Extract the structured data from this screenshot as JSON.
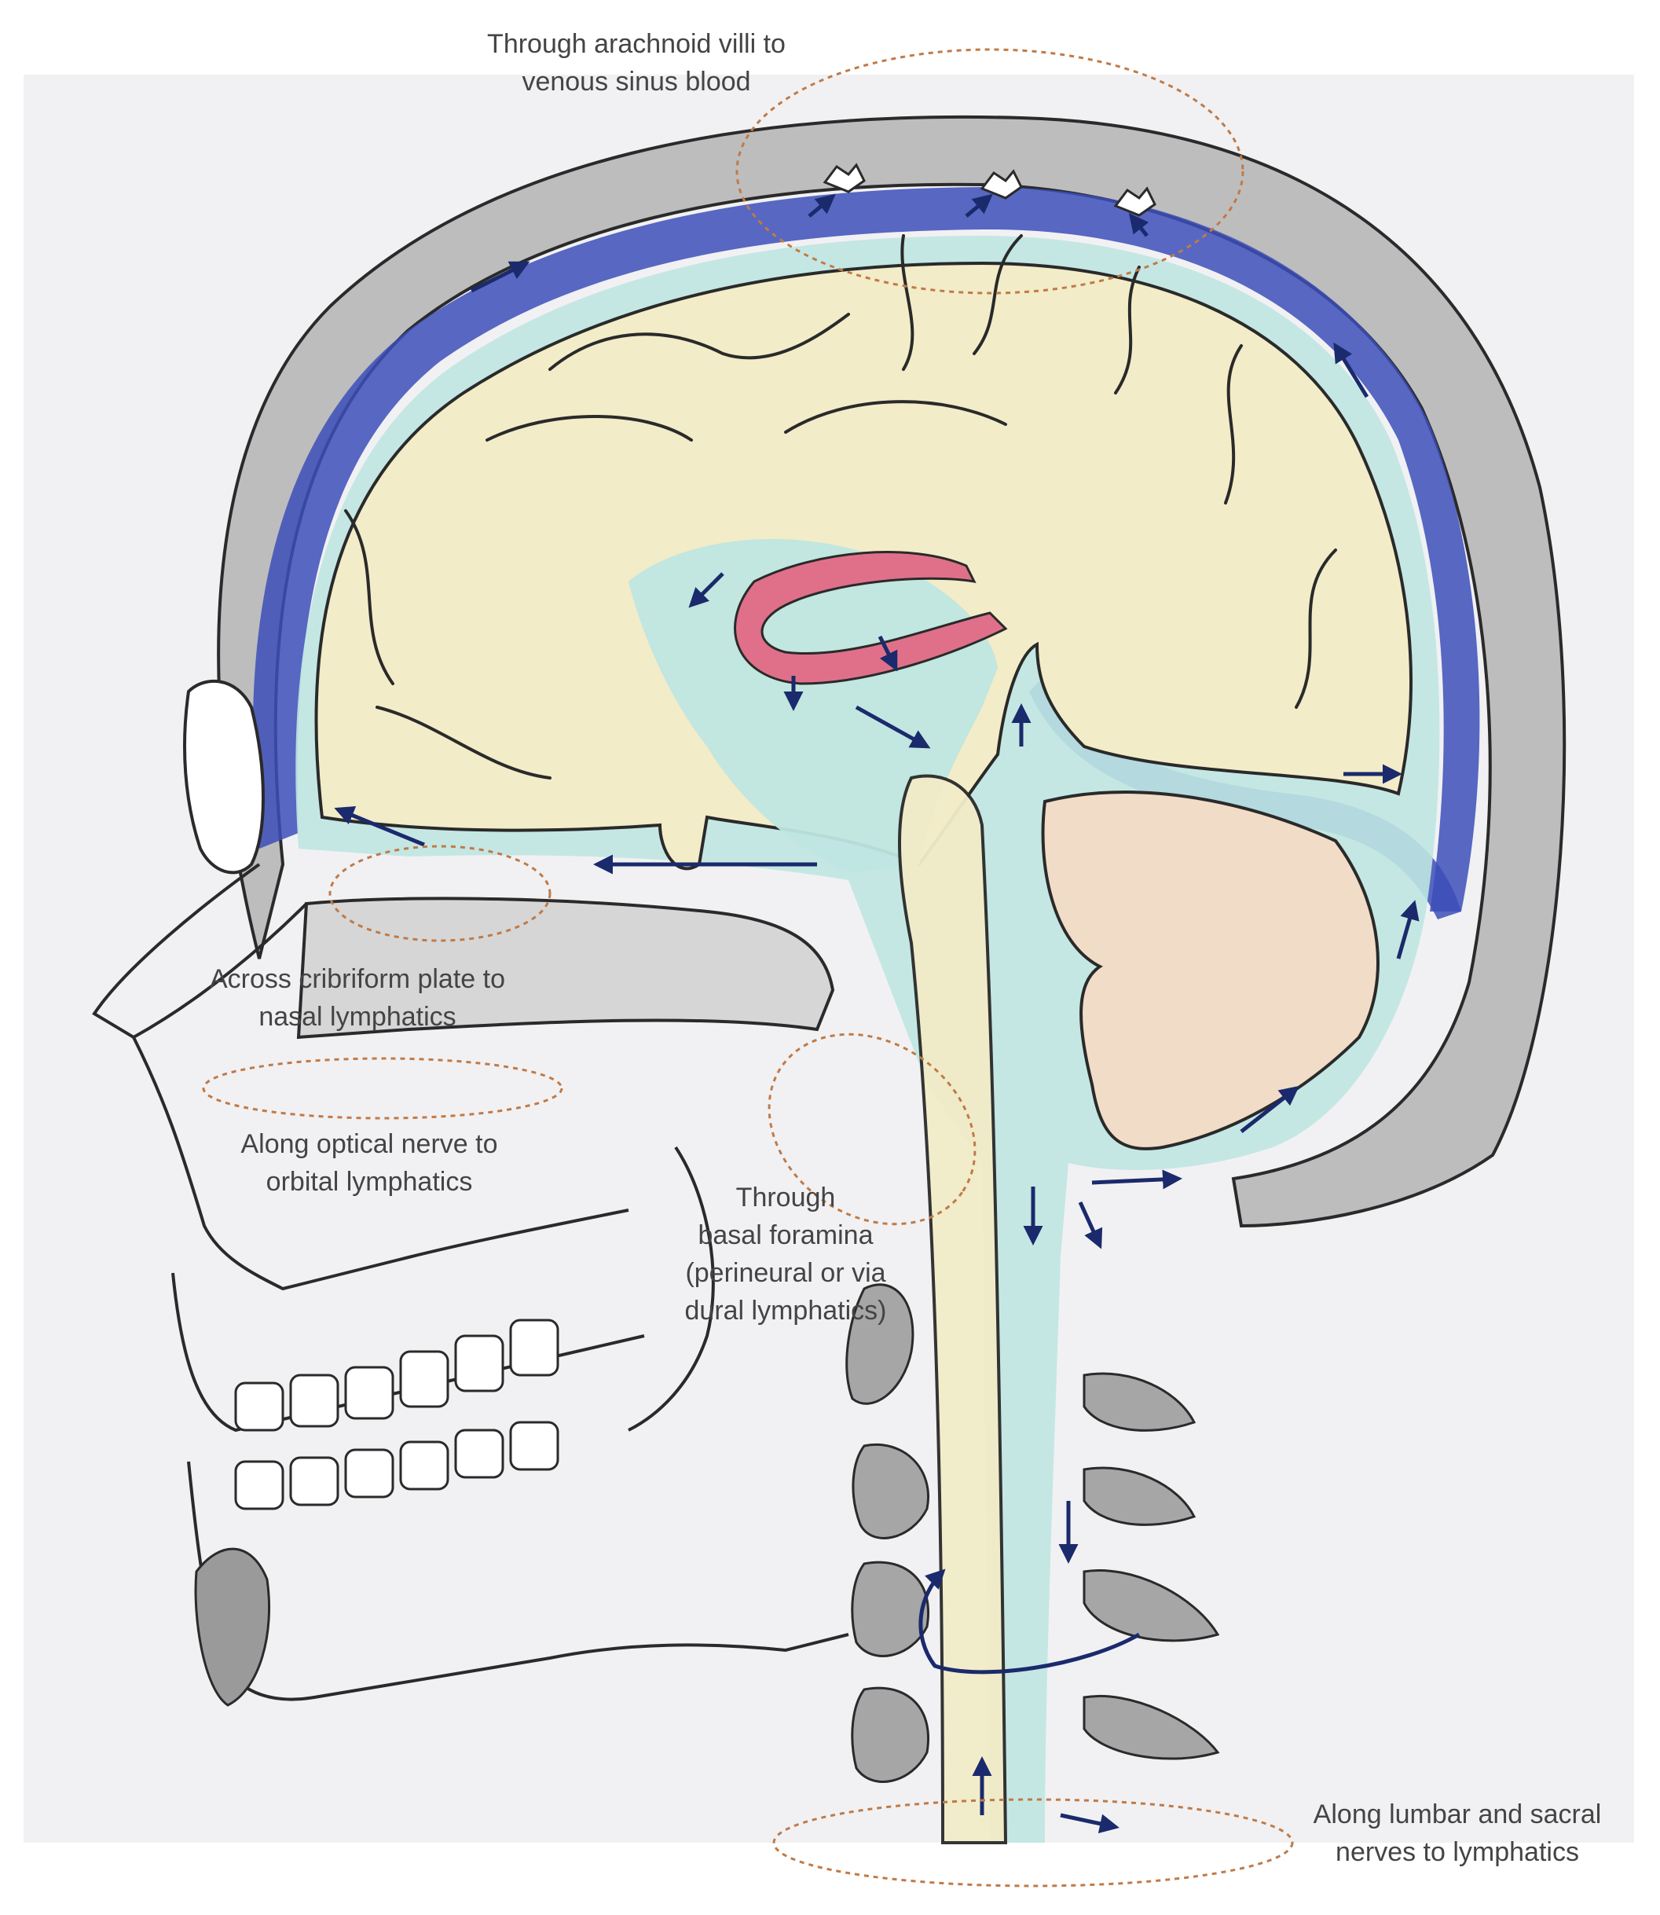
{
  "colors": {
    "paper": "#f1f1f3",
    "bone": "#bdbdbd",
    "bone_dark": "#8f8f8f",
    "outline": "#2a2a2a",
    "csf": "#bfe6e1",
    "brain": "#f2ecc8",
    "cerebellum": "#f1dcc8",
    "venous_sinus": "#3c4fb8",
    "choroid_plexus": "#e0708a",
    "arrow": "#1a2a6c",
    "ellipse": "#c07a47",
    "label_text": "#444444"
  },
  "icons": {
    "flow_arrow": "flow-arrow-icon",
    "arachnoid_granulation": "arachnoid-granulation-icon"
  },
  "labels": {
    "arachnoid": [
      "Through arachnoid villi to",
      "venous sinus blood"
    ],
    "cribriform": [
      "Across cribriform plate to",
      "nasal lymphatics"
    ],
    "optical": [
      "Along optical nerve to",
      "orbital lymphatics"
    ],
    "basal": [
      "Through",
      "basal foramina",
      "(perineural or via",
      "dural lymphatics)"
    ],
    "lumbar": [
      "Along lumbar and sacral",
      "nerves to lymphatics"
    ]
  }
}
